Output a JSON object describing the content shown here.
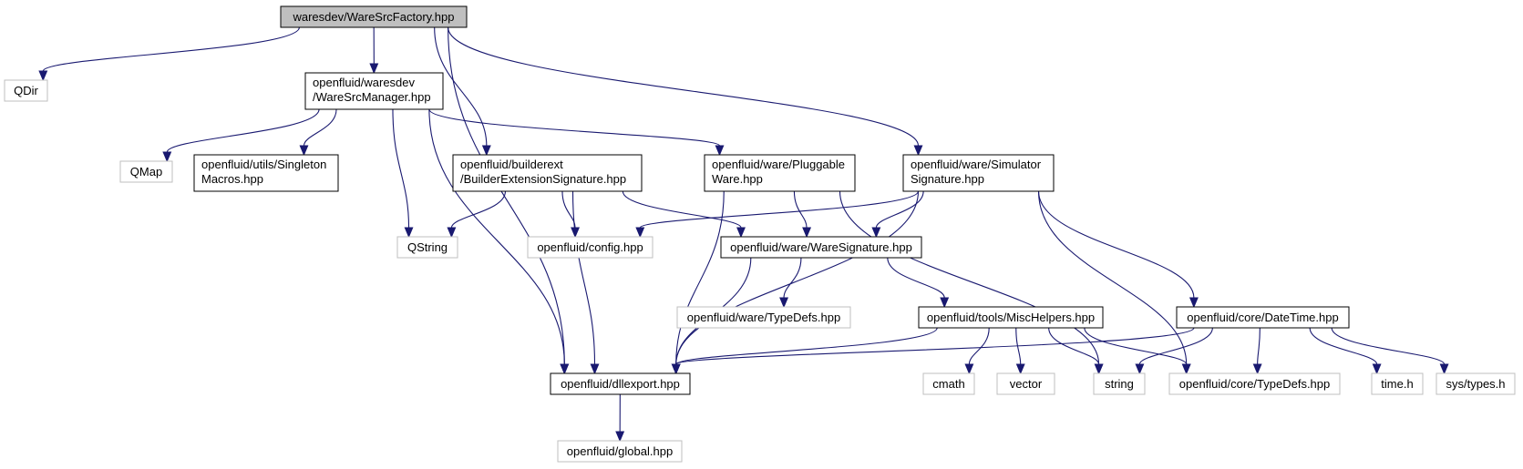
{
  "diagram": {
    "colors": {
      "edge": "#191970",
      "focus_fill": "#bfbfbf",
      "doc_border": "#000000",
      "external_border": "#bfbfbf"
    },
    "nodes": [
      {
        "id": "factory",
        "kind": "focus",
        "lines": [
          "waresdev/WareSrcFactory.hpp"
        ]
      },
      {
        "id": "qdir",
        "kind": "external",
        "lines": [
          "QDir"
        ]
      },
      {
        "id": "manager",
        "kind": "documented",
        "lines": [
          "openfluid/waresdev",
          "/WareSrcManager.hpp"
        ]
      },
      {
        "id": "qmap",
        "kind": "external",
        "lines": [
          "QMap"
        ]
      },
      {
        "id": "singleton",
        "kind": "documented",
        "lines": [
          "openfluid/utils/Singleton",
          "Macros.hpp"
        ]
      },
      {
        "id": "qstring",
        "kind": "external",
        "lines": [
          "QString"
        ]
      },
      {
        "id": "builderext",
        "kind": "documented",
        "lines": [
          "openfluid/builderext",
          "/BuilderExtensionSignature.hpp"
        ]
      },
      {
        "id": "pluggable",
        "kind": "documented",
        "lines": [
          "openfluid/ware/Pluggable",
          "Ware.hpp"
        ]
      },
      {
        "id": "simsig",
        "kind": "documented",
        "lines": [
          "openfluid/ware/Simulator",
          "Signature.hpp"
        ]
      },
      {
        "id": "config",
        "kind": "external",
        "lines": [
          "openfluid/config.hpp"
        ]
      },
      {
        "id": "waresig",
        "kind": "documented",
        "lines": [
          "openfluid/ware/WareSignature.hpp"
        ]
      },
      {
        "id": "waretypedefs",
        "kind": "external",
        "lines": [
          "openfluid/ware/TypeDefs.hpp"
        ]
      },
      {
        "id": "mischelpers",
        "kind": "documented",
        "lines": [
          "openfluid/tools/MiscHelpers.hpp"
        ]
      },
      {
        "id": "datetime",
        "kind": "documented",
        "lines": [
          "openfluid/core/DateTime.hpp"
        ]
      },
      {
        "id": "dllexport",
        "kind": "documented",
        "lines": [
          "openfluid/dllexport.hpp"
        ]
      },
      {
        "id": "cmath",
        "kind": "external",
        "lines": [
          "cmath"
        ]
      },
      {
        "id": "vector",
        "kind": "external",
        "lines": [
          "vector"
        ]
      },
      {
        "id": "string",
        "kind": "external",
        "lines": [
          "string"
        ]
      },
      {
        "id": "coretypedefs",
        "kind": "external",
        "lines": [
          "openfluid/core/TypeDefs.hpp"
        ]
      },
      {
        "id": "timeh",
        "kind": "external",
        "lines": [
          "time.h"
        ]
      },
      {
        "id": "systypes",
        "kind": "external",
        "lines": [
          "sys/types.h"
        ]
      },
      {
        "id": "global",
        "kind": "external",
        "lines": [
          "openfluid/global.hpp"
        ]
      }
    ],
    "edges": [
      {
        "from": "factory",
        "to": "qdir"
      },
      {
        "from": "factory",
        "to": "manager"
      },
      {
        "from": "factory",
        "to": "dllexport"
      },
      {
        "from": "factory",
        "to": "builderext"
      },
      {
        "from": "factory",
        "to": "simsig"
      },
      {
        "from": "manager",
        "to": "qmap"
      },
      {
        "from": "manager",
        "to": "singleton"
      },
      {
        "from": "manager",
        "to": "qstring"
      },
      {
        "from": "manager",
        "to": "dllexport"
      },
      {
        "from": "manager",
        "to": "pluggable"
      },
      {
        "from": "builderext",
        "to": "qstring"
      },
      {
        "from": "builderext",
        "to": "config"
      },
      {
        "from": "builderext",
        "to": "dllexport"
      },
      {
        "from": "builderext",
        "to": "waresig"
      },
      {
        "from": "pluggable",
        "to": "dllexport"
      },
      {
        "from": "pluggable",
        "to": "waresig"
      },
      {
        "from": "pluggable",
        "to": "string"
      },
      {
        "from": "simsig",
        "to": "config"
      },
      {
        "from": "simsig",
        "to": "waresig"
      },
      {
        "from": "simsig",
        "to": "dllexport"
      },
      {
        "from": "simsig",
        "to": "datetime"
      },
      {
        "from": "simsig",
        "to": "coretypedefs"
      },
      {
        "from": "waresig",
        "to": "dllexport"
      },
      {
        "from": "waresig",
        "to": "waretypedefs"
      },
      {
        "from": "waresig",
        "to": "mischelpers"
      },
      {
        "from": "mischelpers",
        "to": "dllexport"
      },
      {
        "from": "mischelpers",
        "to": "cmath"
      },
      {
        "from": "mischelpers",
        "to": "vector"
      },
      {
        "from": "mischelpers",
        "to": "string"
      },
      {
        "from": "mischelpers",
        "to": "coretypedefs"
      },
      {
        "from": "datetime",
        "to": "dllexport"
      },
      {
        "from": "datetime",
        "to": "string"
      },
      {
        "from": "datetime",
        "to": "coretypedefs"
      },
      {
        "from": "datetime",
        "to": "timeh"
      },
      {
        "from": "datetime",
        "to": "systypes"
      },
      {
        "from": "dllexport",
        "to": "global"
      }
    ]
  }
}
